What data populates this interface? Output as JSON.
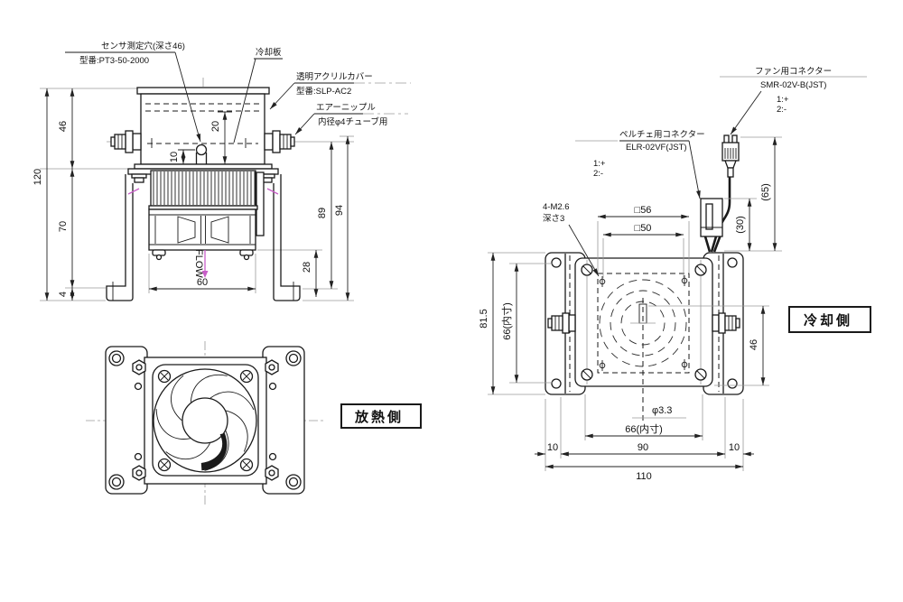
{
  "front_view": {
    "callouts": {
      "sensor_hole": "センサ測定穴(深さ46)",
      "sensor_model": "型番:PT3-50-2000",
      "cooling_plate": "冷却板",
      "acrylic_cover": "透明アクリルカバー",
      "acrylic_cover_model": "型番:SLP-AC2",
      "air_nipple": "エアーニップル",
      "air_nipple_note": "内径φ4チューブ用",
      "flow": "FLOW"
    },
    "dims": {
      "overall_height": "120",
      "cover_height": "46",
      "bracket_height": "70",
      "foot_height": "4",
      "sensor_offset": "10",
      "cover_inner": "20",
      "fan_width": "60",
      "foot_clearance": "28",
      "inner_height": "89",
      "total_depth": "94"
    }
  },
  "bottom_view": {
    "label": "放熱側"
  },
  "side_view": {
    "callouts": {
      "fan_connector": "ファン用コネクター",
      "fan_connector_model": "SMR-02V-B(JST)",
      "fan_pin1": "1:+",
      "fan_pin2": "2:-",
      "peltier_connector": "ペルチェ用コネクター",
      "peltier_connector_model": "ELR-02VF(JST)",
      "peltier_pin1": "1:+",
      "peltier_pin2": "2:-",
      "tap_holes": "4-M2.6",
      "tap_depth": "深さ3",
      "label": "冷却側"
    },
    "dims": {
      "square56": "□56",
      "square50": "□50",
      "wire_fan": "(65)",
      "wire_peltier": "(30)",
      "center_offset": "46",
      "bracket_height": "81.5",
      "inner_height": "66(内寸)",
      "center_hole": "φ3.3",
      "inner_width": "66(内寸)",
      "foot_left": "10",
      "body_width": "90",
      "foot_right": "10",
      "overall_width": "110"
    }
  }
}
